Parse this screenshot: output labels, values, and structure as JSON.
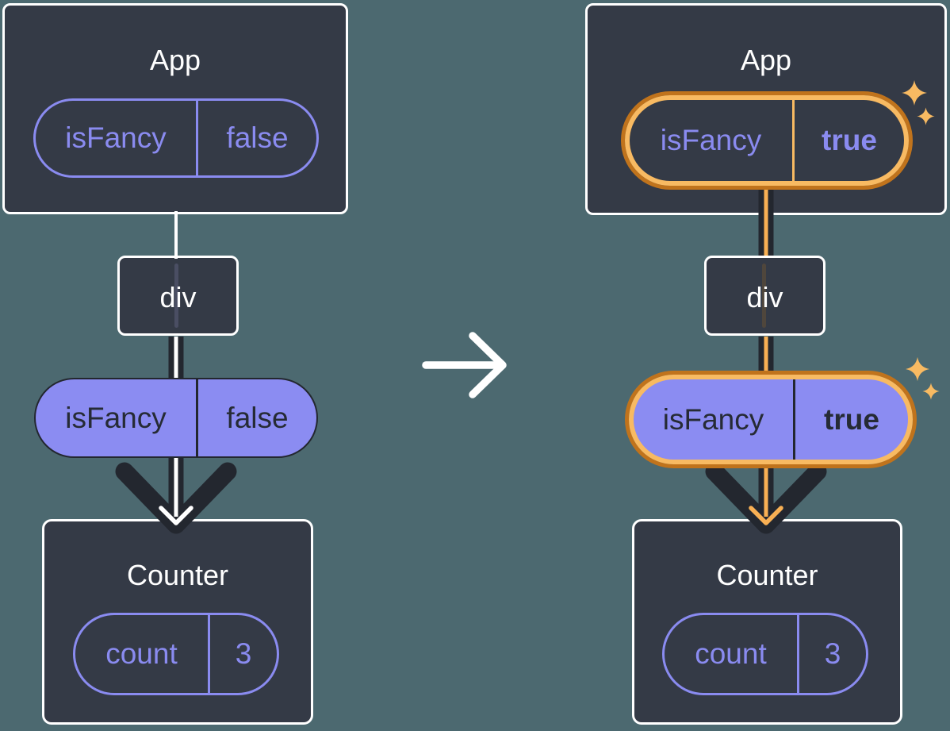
{
  "colors": {
    "background": "#4C6970",
    "panel": "#343A46",
    "panel-border": "#FFFFFF",
    "purple": "#8A8BF0",
    "purple-fill": "#8B8CF2",
    "dark": "#23272F",
    "dark-text": "#262B35",
    "orange-dark": "#C0731C",
    "orange-light": "#F8BA62",
    "orange-mid": "#F8B054",
    "line-muted-left": "#4A4E63",
    "line-muted-right": "#4F463C"
  },
  "before": {
    "app": {
      "title": "App",
      "state_name": "isFancy",
      "state_value": "false"
    },
    "div_label": "div",
    "prop": {
      "name": "isFancy",
      "value": "false"
    },
    "counter": {
      "title": "Counter",
      "state_name": "count",
      "state_value": "3"
    }
  },
  "after": {
    "app": {
      "title": "App",
      "state_name": "isFancy",
      "state_value": "true"
    },
    "div_label": "div",
    "prop": {
      "name": "isFancy",
      "value": "true"
    },
    "counter": {
      "title": "Counter",
      "state_name": "count",
      "state_value": "3"
    }
  },
  "icons": {
    "transition": "arrow-right-icon",
    "highlight": "sparkle-icon",
    "flow": "arrow-down-icon"
  }
}
